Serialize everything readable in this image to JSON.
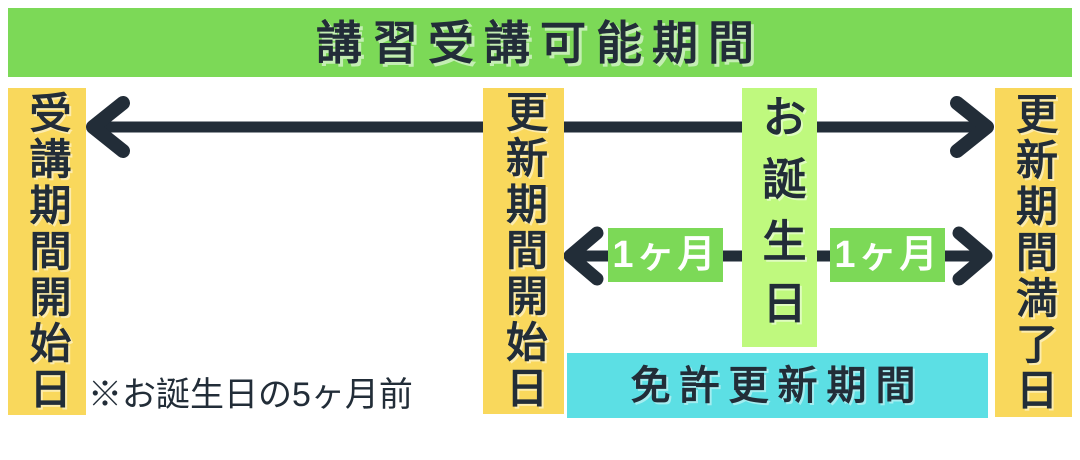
{
  "header": {
    "title": "講習受講可能期間"
  },
  "timeline": {
    "course_start_label": "受講期間開始日",
    "renewal_start_label": "更新期間開始日",
    "birthday_label": "お誕生日",
    "renewal_end_label": "更新期間満了日",
    "month_before_label": "1ヶ月",
    "month_after_label": "1ヶ月",
    "renewal_period_label": "免許更新期間",
    "footnote": "※お誕生日の5ヶ月前"
  },
  "colors": {
    "header_green": "#7CD957",
    "label_yellow": "#F9D85C",
    "birthday_green": "#BFF97E",
    "month_box_green": "#7CD957",
    "renewal_cyan": "#5CDFE4",
    "ink_dark": "#222D38",
    "background": "#FFFFFF"
  }
}
